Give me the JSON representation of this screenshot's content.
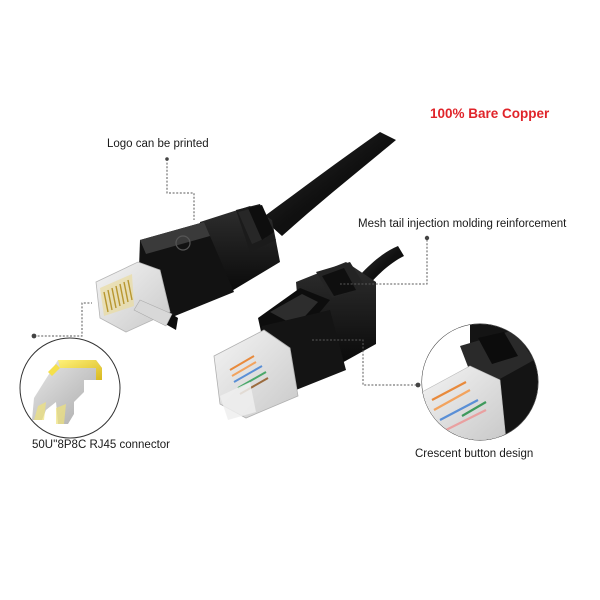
{
  "headline": "100% Bare Copper",
  "callouts": {
    "logo": "Logo can be printed",
    "mesh_tail": "Mesh tail injection molding reinforcement",
    "connector": "50U''8P8C RJ45 connector",
    "crescent": "Crescent button design"
  },
  "colors": {
    "headline": "#e0242a",
    "text": "#1a1a1a",
    "cable": "#141414",
    "leader_line": "#555555",
    "gold_pin": "#f5e04a"
  },
  "images": {
    "main_plug": "ethernet-plug-top",
    "second_plug": "ethernet-plug-bottom",
    "inset_left": "gold-contact-pin-closeup",
    "inset_right": "crescent-button-closeup"
  }
}
